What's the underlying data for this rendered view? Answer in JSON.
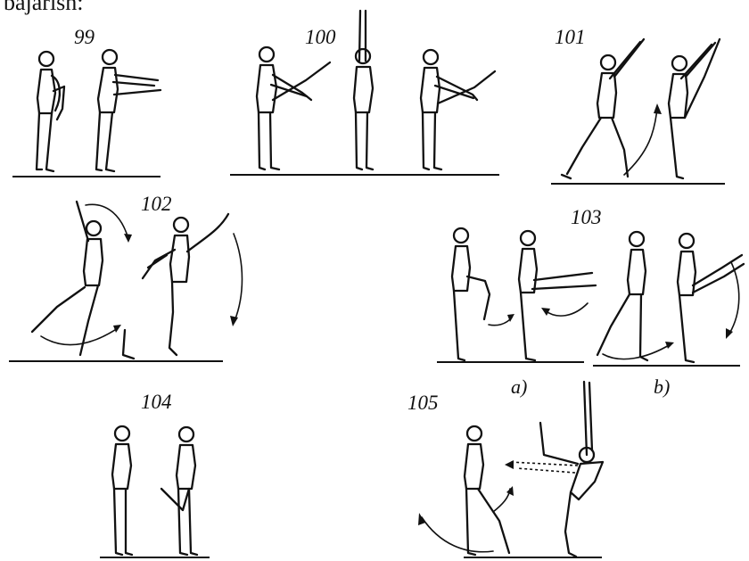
{
  "header_text": "bajarish:",
  "figures": {
    "f99": "99",
    "f100": "100",
    "f101": "101",
    "f102": "102",
    "f103": "103",
    "f104": "104",
    "f105": "105"
  },
  "sublabels": {
    "a": "a)",
    "b": "b)"
  }
}
